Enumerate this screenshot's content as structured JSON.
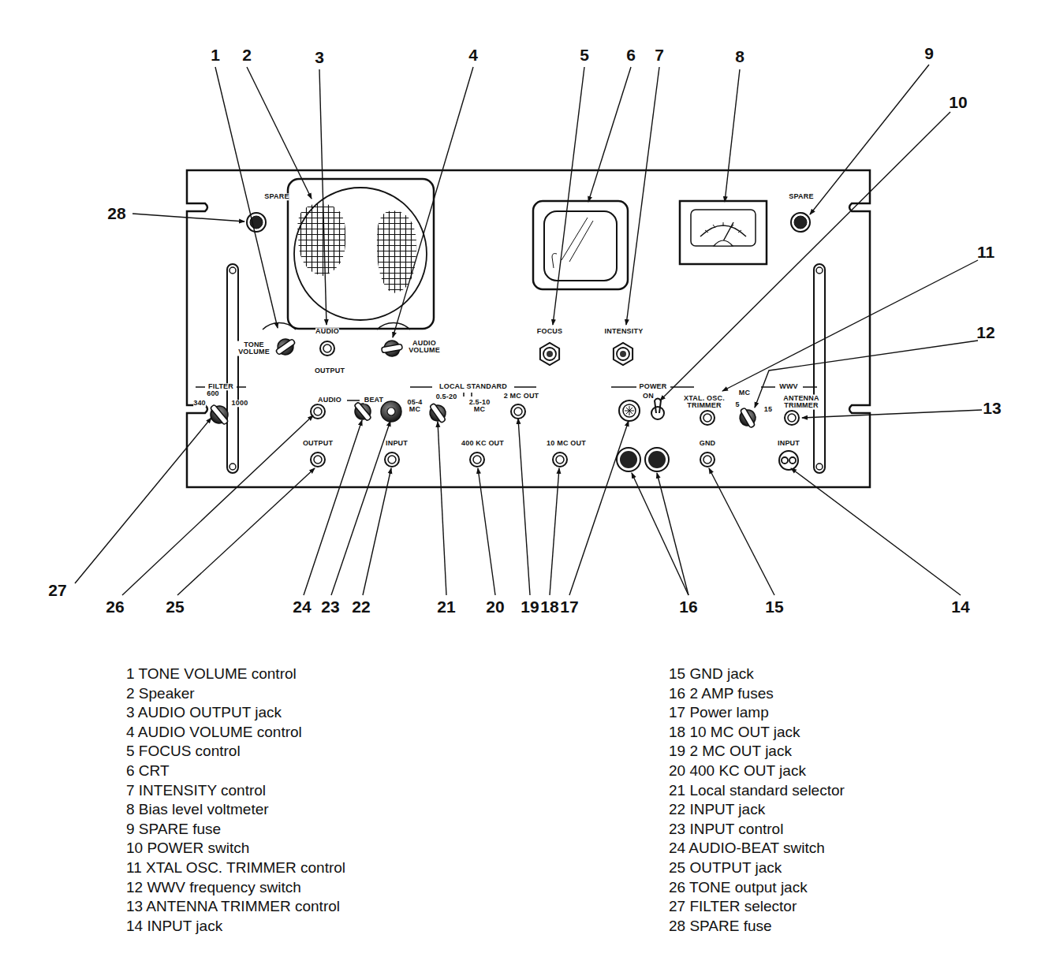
{
  "diagram": {
    "labels": [
      "1",
      "2",
      "3",
      "4",
      "5",
      "6",
      "7",
      "8",
      "9",
      "10",
      "11",
      "12",
      "13",
      "28",
      "27",
      "26",
      "25",
      "24",
      "23",
      "22",
      "21",
      "20",
      "19",
      "18",
      "17",
      "16",
      "15",
      "14",
      "SPARE",
      "SPARE",
      "TONE VOLUME",
      "AUDIO",
      "OUTPUT",
      "AUDIO VOLUME",
      "FOCUS",
      "INTENSITY",
      "FILTER",
      "LOCAL STANDARD",
      "POWER",
      "WWV",
      "340",
      "600",
      "1000",
      "AUDIO",
      "BEAT",
      "05-4 MC",
      "0.5-20",
      "2.5-10 MC",
      "2 MC OUT",
      "400 KC OUT",
      "10 MC OUT",
      "INPUT",
      "OUTPUT",
      "ON",
      "XTAL. OSC. TRIMMER",
      "5",
      "MC",
      "15",
      "ANTENNA TRIMMER",
      "GND",
      "INPUT",
      "1 TONE VOLUME control",
      "2 Speaker",
      "3 AUDIO OUTPUT jack",
      "4 AUDIO VOLUME control",
      "5 FOCUS control",
      "6 CRT",
      "7 INTENSITY control",
      "8 Bias level voltmeter",
      "9 SPARE fuse",
      "10 POWER switch",
      "11 XTAL OSC. TRIMMER control",
      "12 WWV frequency switch",
      "13 ANTENNA TRIMMER control",
      "14 INPUT jack",
      "15 GND jack",
      "16 2 AMP fuses",
      "17 Power lamp",
      "18 10 MC OUT jack",
      "19 2 MC OUT jack",
      "20 400 KC OUT jack",
      "21 Local standard selector",
      "22 INPUT jack",
      "23 INPUT control",
      "24 AUDIO-BEAT switch",
      "25 OUTPUT jack",
      "26 TONE output jack",
      "27 FILTER selector",
      "28 SPARE fuse"
    ]
  }
}
